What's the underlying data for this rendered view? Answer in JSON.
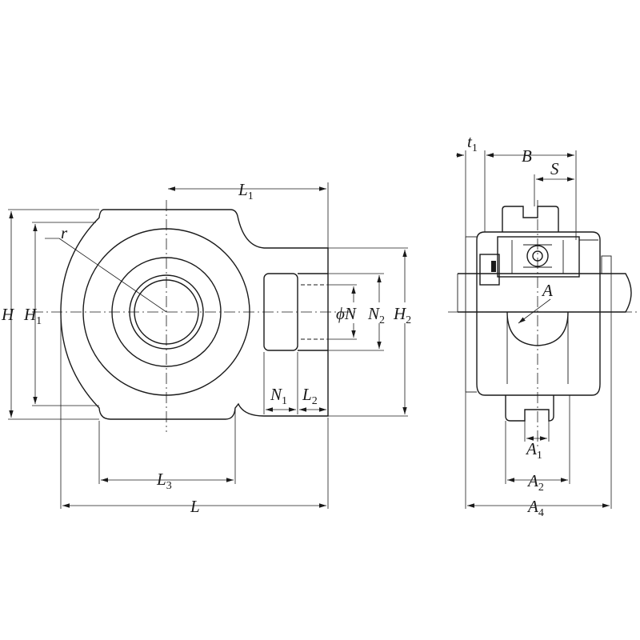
{
  "labels": {
    "H": {
      "main": "H",
      "sub": ""
    },
    "H1": {
      "main": "H",
      "sub": "1"
    },
    "L1": {
      "main": "L",
      "sub": "1"
    },
    "r": {
      "main": "r",
      "sub": ""
    },
    "phiN": {
      "main": "ϕN",
      "sub": ""
    },
    "N2": {
      "main": "N",
      "sub": "2"
    },
    "H2": {
      "main": "H",
      "sub": "2"
    },
    "N1": {
      "main": "N",
      "sub": "1"
    },
    "L2": {
      "main": "L",
      "sub": "2"
    },
    "L3": {
      "main": "L",
      "sub": "3"
    },
    "L": {
      "main": "L",
      "sub": ""
    },
    "t1": {
      "main": "t",
      "sub": "1"
    },
    "B": {
      "main": "B",
      "sub": ""
    },
    "S": {
      "main": "S",
      "sub": ""
    },
    "A": {
      "main": "A",
      "sub": ""
    },
    "A1": {
      "main": "A",
      "sub": "1"
    },
    "A2": {
      "main": "A",
      "sub": "2"
    },
    "A4": {
      "main": "A",
      "sub": "4"
    }
  },
  "colors": {
    "line": "#1a1a1a",
    "background": "#ffffff"
  }
}
